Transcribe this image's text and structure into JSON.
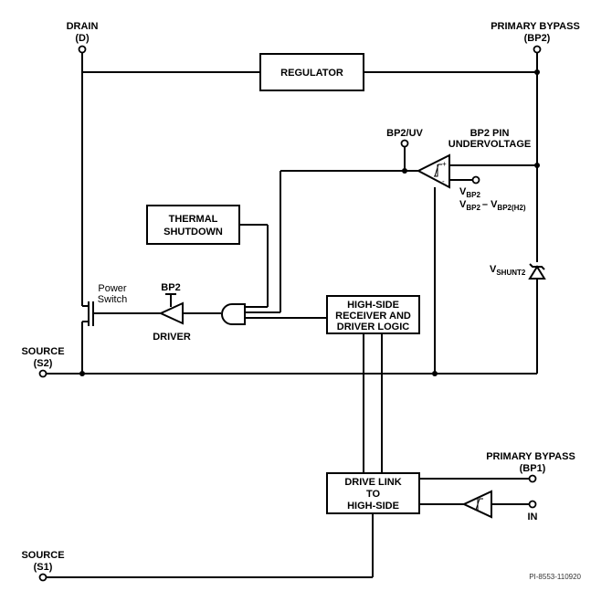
{
  "pins": {
    "drain_name": "DRAIN",
    "drain_sym": "(D)",
    "pbypass2_name": "PRIMARY BYPASS",
    "pbypass2_sym": "(BP2)",
    "source2_name": "SOURCE",
    "source2_sym": "(S2)",
    "pbypass1_name": "PRIMARY BYPASS",
    "pbypass1_sym": "(BP1)",
    "source1_name": "SOURCE",
    "source1_sym": "(S1)",
    "in": "IN",
    "bp2uv": "BP2/UV"
  },
  "blocks": {
    "regulator": "REGULATOR",
    "thermal_1": "THERMAL",
    "thermal_2": "SHUTDOWN",
    "highside_1": "HIGH-SIDE",
    "highside_2": "RECEIVER AND",
    "highside_3": "DRIVER LOGIC",
    "drivelink_1": "DRIVE LINK",
    "drivelink_2": "TO",
    "drivelink_3": "HIGH-SIDE"
  },
  "labels": {
    "power_switch_1": "Power",
    "power_switch_2": "Switch",
    "driver_supply": "BP2",
    "driver": "DRIVER",
    "bp2_pin_1": "BP2 PIN",
    "bp2_pin_2": "UNDERVOLTAGE",
    "vbp2_v": "V",
    "vbp2_sub": "BP2",
    "vbp2h_v": "V",
    "vbp2h_sub": "BP2",
    "vbp2h_minus": "– V",
    "vbp2h_sub2": "BP2(H2)",
    "vshunt_v": "V",
    "vshunt_sub": "SHUNT2"
  },
  "reference": "PI-8553-110920"
}
